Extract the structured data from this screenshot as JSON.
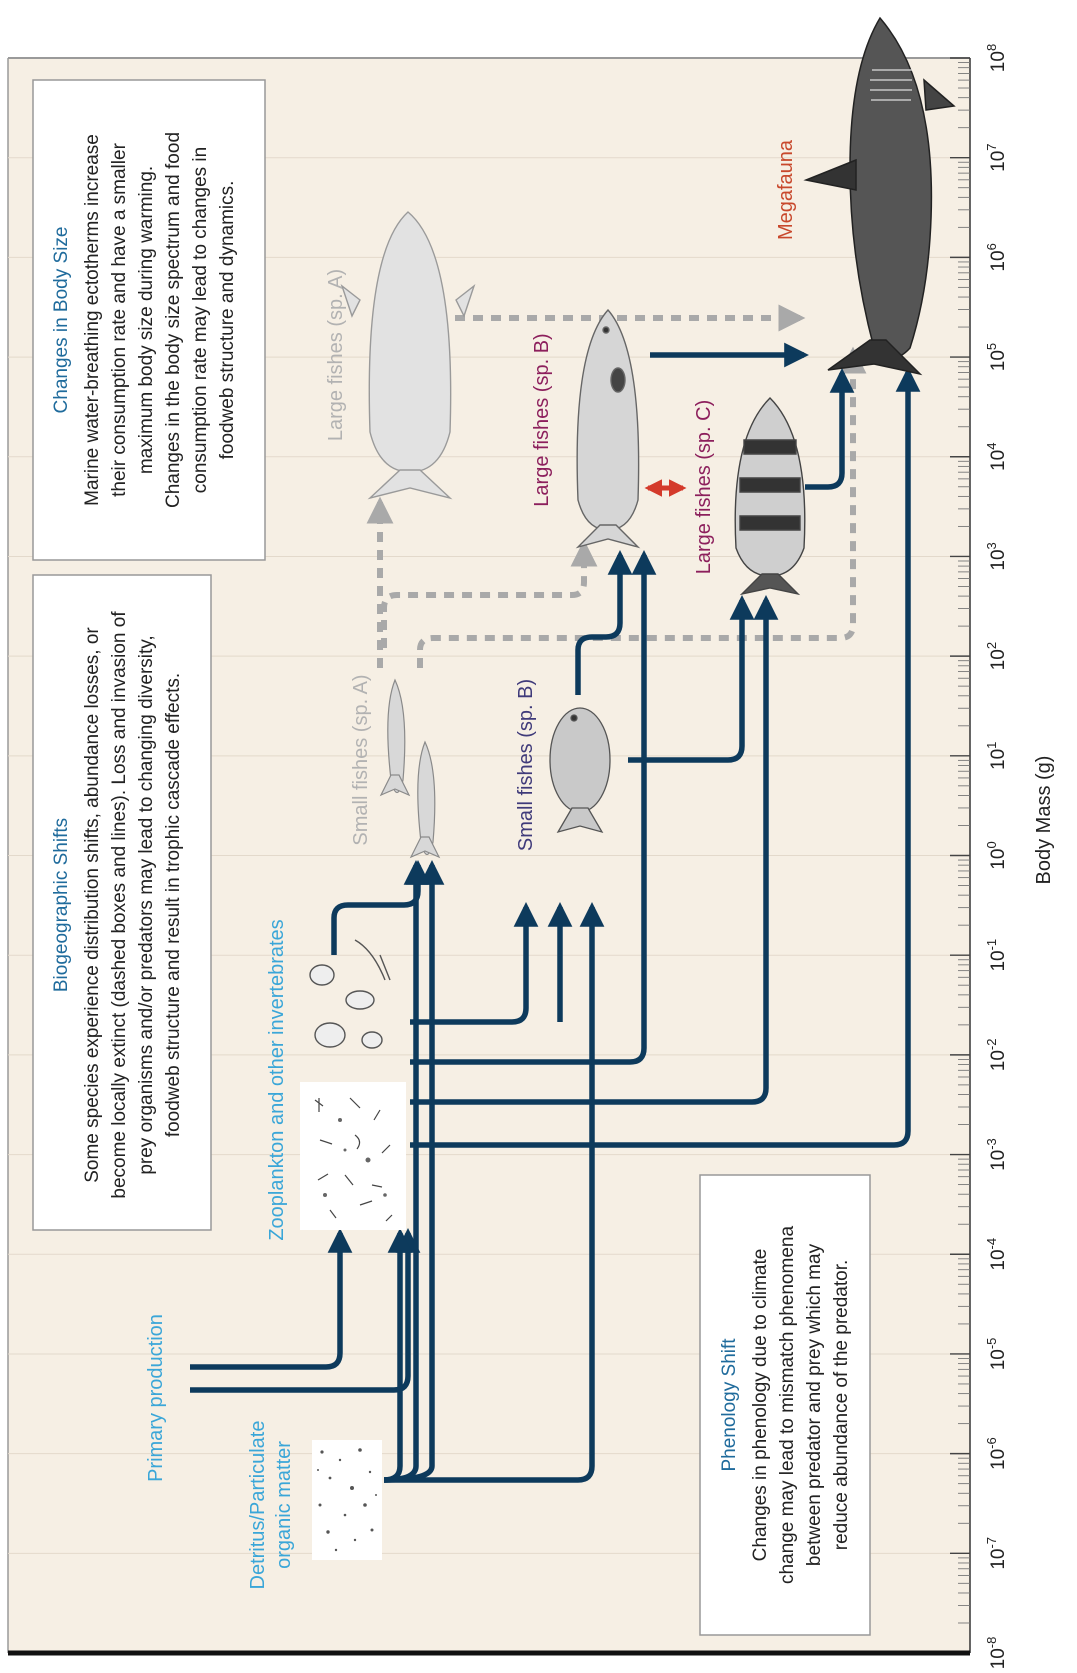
{
  "axis": {
    "label": "Body Mass (g)",
    "ticks": [
      "10-8",
      "10-7",
      "10-6",
      "10-5",
      "10-4",
      "10-3",
      "10-2",
      "10-1",
      "100",
      "101",
      "102",
      "103",
      "104",
      "105",
      "106",
      "107",
      "108"
    ]
  },
  "labels": {
    "primary_production": "Primary production",
    "detritus_line1": "Detritus/Particulate",
    "detritus_line2": "organic matter",
    "zooplankton": "Zooplankton and other invertebrates",
    "small_a": "Small fishes (sp. A)",
    "small_b": "Small fishes (sp. B)",
    "large_a": "Large fishes (sp. A)",
    "large_b": "Large fishes (sp. B)",
    "large_c": "Large fishes (sp. C)",
    "megafauna": "Megafauna"
  },
  "boxes": {
    "biogeographic": {
      "title": "Biogeographic Shifts",
      "lines": [
        "Some species experience distribution shifts, abundance losses, or",
        "become locally extinct (dashed boxes and lines). Loss and invasion of",
        "prey organisms and/or predators may lead to changing diversity,",
        "foodweb structure and result in trophic cascade effects."
      ]
    },
    "body_size": {
      "title": "Changes in Body Size",
      "lines": [
        "Marine water-breathing ectotherms increase",
        "their consumption rate and have a  smaller",
        "maximum body size during warming.",
        "Changes in the body size spectrum and food",
        "consumption rate may lead to changes in",
        "foodweb structure and dynamics."
      ]
    },
    "phenology": {
      "title": "Phenology Shift",
      "lines": [
        "Changes in phenology due to climate",
        "change may lead to mismatch phenomena",
        "between predator and prey which may",
        "reduce abundance of the predator."
      ]
    }
  },
  "colors": {
    "solid": "#0d3a5c",
    "dashed": "#a9a9a9",
    "background": "#f6efe4",
    "blue_label": "#3aa6d8",
    "purple_label": "#3f3a7a",
    "magenta_label": "#8c1f5c",
    "orange_label": "#c8482c",
    "grey_label": "#b2b2b2",
    "title_blue": "#1f6b9c",
    "double_arrow": "#d43a2b"
  }
}
